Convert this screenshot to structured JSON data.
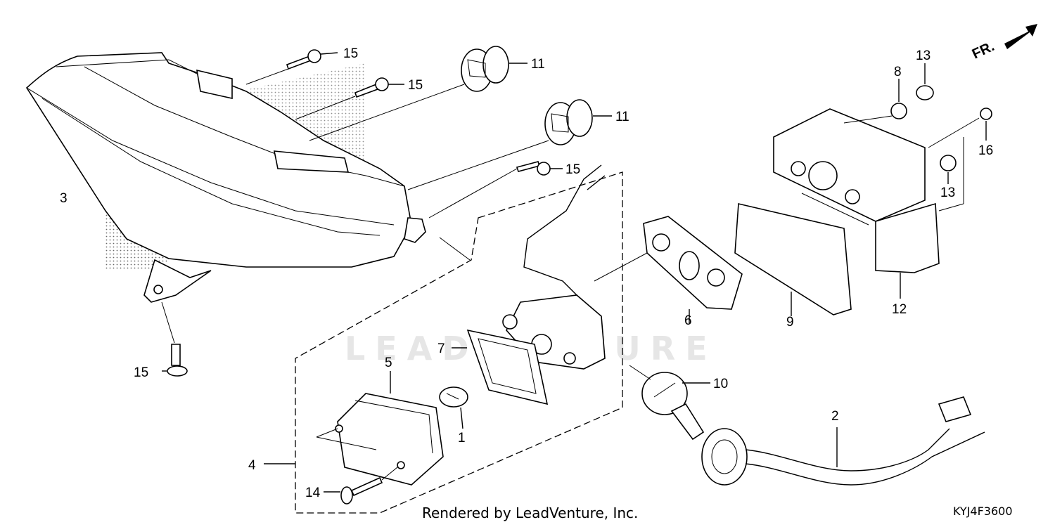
{
  "diagram": {
    "watermark_text": "LEADVENTURE",
    "direction_label": "FR.",
    "labels": {
      "p1": "1",
      "p2": "2",
      "p3": "3",
      "p4": "4",
      "p5": "5",
      "p6": "6",
      "p7": "7",
      "p8": "8",
      "p9": "9",
      "p10": "10",
      "p11a": "11",
      "p11b": "11",
      "p12": "12",
      "p13a": "13",
      "p13b": "13",
      "p14": "14",
      "p15a": "15",
      "p15b": "15",
      "p15c": "15",
      "p15d": "15",
      "p16": "16"
    }
  },
  "footer": {
    "credit": "Rendered by LeadVenture, Inc.",
    "code": "KYJ4F3600"
  }
}
